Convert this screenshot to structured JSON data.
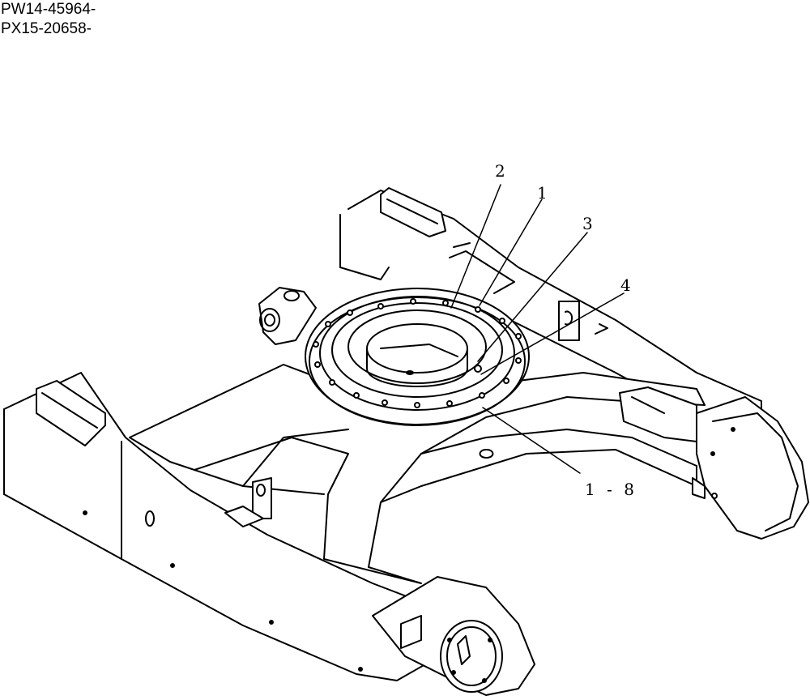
{
  "serial_numbers": [
    "PW14-45964-",
    "PX15-20658-"
  ],
  "callouts": [
    {
      "id": "c2",
      "label": "2"
    },
    {
      "id": "c1",
      "label": "1"
    },
    {
      "id": "c3",
      "label": "3"
    },
    {
      "id": "c4",
      "label": "4"
    },
    {
      "id": "c18",
      "label": "1 - 8"
    }
  ]
}
